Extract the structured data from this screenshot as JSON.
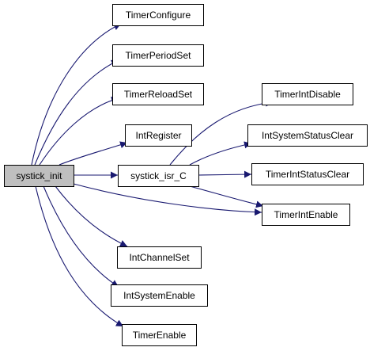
{
  "diagram": {
    "colors": {
      "edge": "#191970",
      "node_fill": "#ffffff",
      "root_fill": "#bfbfbf",
      "node_border": "#000000"
    },
    "nodes": [
      {
        "id": "systick_init",
        "label": "systick_init",
        "root": true
      },
      {
        "id": "TimerConfigure",
        "label": "TimerConfigure"
      },
      {
        "id": "TimerPeriodSet",
        "label": "TimerPeriodSet"
      },
      {
        "id": "TimerReloadSet",
        "label": "TimerReloadSet"
      },
      {
        "id": "IntRegister",
        "label": "IntRegister"
      },
      {
        "id": "systick_isr_C",
        "label": "systick_isr_C"
      },
      {
        "id": "IntChannelSet",
        "label": "IntChannelSet"
      },
      {
        "id": "IntSystemEnable",
        "label": "IntSystemEnable"
      },
      {
        "id": "TimerEnable",
        "label": "TimerEnable"
      },
      {
        "id": "TimerIntDisable",
        "label": "TimerIntDisable"
      },
      {
        "id": "IntSystemStatusClear",
        "label": "IntSystemStatusClear"
      },
      {
        "id": "TimerIntStatusClear",
        "label": "TimerIntStatusClear"
      },
      {
        "id": "TimerIntEnable",
        "label": "TimerIntEnable"
      }
    ],
    "edges": [
      {
        "from": "systick_init",
        "to": "TimerConfigure"
      },
      {
        "from": "systick_init",
        "to": "TimerPeriodSet"
      },
      {
        "from": "systick_init",
        "to": "TimerReloadSet"
      },
      {
        "from": "systick_init",
        "to": "IntRegister"
      },
      {
        "from": "systick_init",
        "to": "systick_isr_C"
      },
      {
        "from": "systick_init",
        "to": "TimerIntEnable"
      },
      {
        "from": "systick_init",
        "to": "IntChannelSet"
      },
      {
        "from": "systick_init",
        "to": "IntSystemEnable"
      },
      {
        "from": "systick_init",
        "to": "TimerEnable"
      },
      {
        "from": "systick_isr_C",
        "to": "TimerIntDisable"
      },
      {
        "from": "systick_isr_C",
        "to": "IntSystemStatusClear"
      },
      {
        "from": "systick_isr_C",
        "to": "TimerIntStatusClear"
      },
      {
        "from": "systick_isr_C",
        "to": "TimerIntEnable"
      }
    ]
  }
}
